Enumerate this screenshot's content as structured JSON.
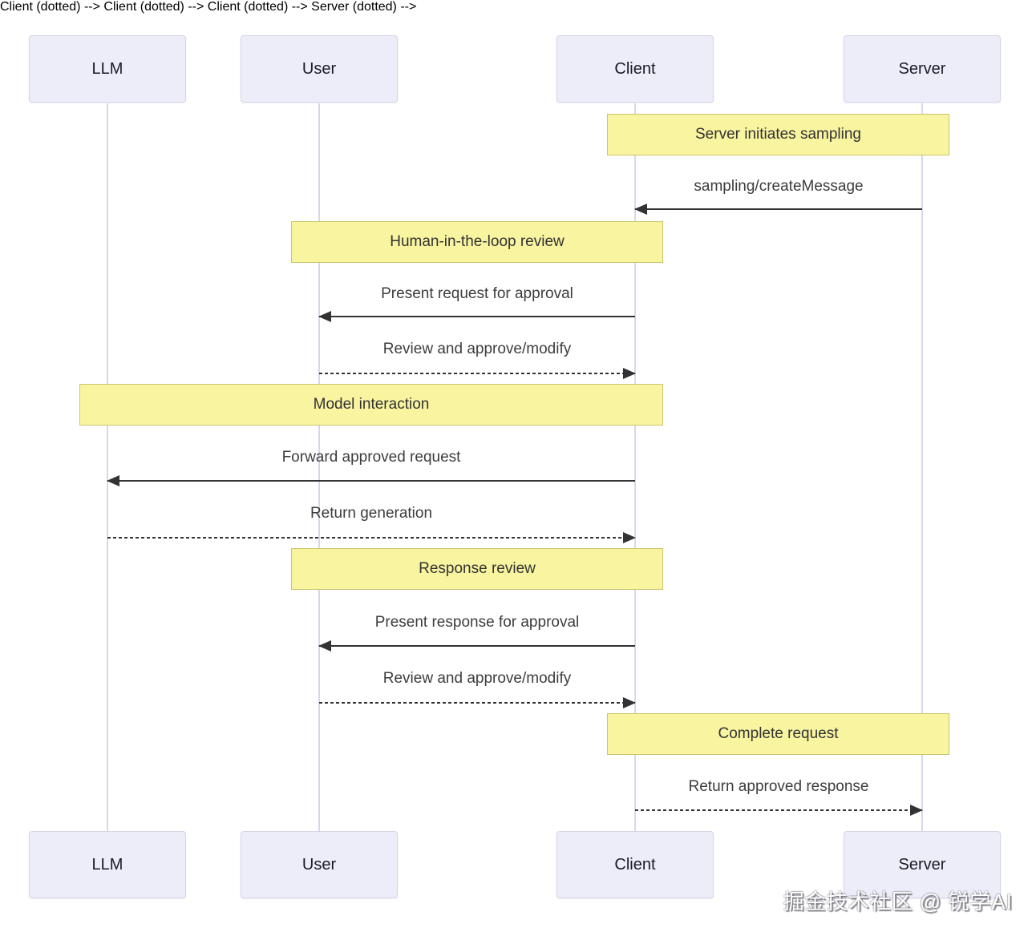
{
  "diagram_type": "sequence-diagram",
  "actors": [
    {
      "name": "LLM"
    },
    {
      "name": "User"
    },
    {
      "name": "Client"
    },
    {
      "name": "Server"
    }
  ],
  "notes": [
    {
      "text": "Server initiates sampling",
      "over": [
        "Client",
        "Server"
      ]
    },
    {
      "text": "Human-in-the-loop review",
      "over": [
        "User",
        "Client"
      ]
    },
    {
      "text": "Model interaction",
      "over": [
        "LLM",
        "Client"
      ]
    },
    {
      "text": "Response review",
      "over": [
        "User",
        "Client"
      ]
    },
    {
      "text": "Complete request",
      "over": [
        "Client",
        "Server"
      ]
    }
  ],
  "messages": [
    {
      "text": "sampling/createMessage",
      "from": "Server",
      "to": "Client",
      "line": "solid",
      "direction": "left"
    },
    {
      "text": "Present request for approval",
      "from": "Client",
      "to": "User",
      "line": "solid",
      "direction": "left"
    },
    {
      "text": "Review and approve/modify",
      "from": "User",
      "to": "Client",
      "line": "dotted",
      "direction": "right"
    },
    {
      "text": "Forward approved request",
      "from": "Client",
      "to": "LLM",
      "line": "solid",
      "direction": "left"
    },
    {
      "text": "Return generation",
      "from": "LLM",
      "to": "Client",
      "line": "dotted",
      "direction": "right"
    },
    {
      "text": "Present response for approval",
      "from": "Client",
      "to": "User",
      "line": "solid",
      "direction": "left"
    },
    {
      "text": "Review and approve/modify",
      "from": "User",
      "to": "Client",
      "line": "dotted",
      "direction": "right"
    },
    {
      "text": "Return approved response",
      "from": "Client",
      "to": "Server",
      "line": "dotted",
      "direction": "right"
    }
  ],
  "watermark": {
    "text": "掘金技术社区 @ 锐学AI"
  },
  "colors": {
    "background": "#FFFFFF",
    "actor_fill": "#EDEDFA",
    "actor_border": "#D5D5E8",
    "note_fill": "#F8F4A0",
    "note_border": "#CDC46E",
    "lifeline": "#D8D8EA",
    "arrow": "#333333",
    "text": "#333333"
  }
}
